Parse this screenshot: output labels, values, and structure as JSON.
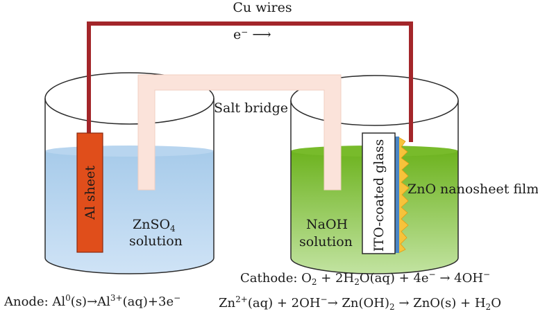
{
  "labels": {
    "cu_wires": "Cu wires",
    "electron_flow": "e⁻ ⟶",
    "salt_bridge": "Salt bridge",
    "al_sheet": "Al sheet",
    "ito_glass": "ITO-coated glass",
    "zno_film": "ZnO nanosheet film",
    "znso4": "ZnSO",
    "znso4_sub": "4",
    "znso4_solution": "solution",
    "naoh": "NaOH",
    "naoh_solution": "solution"
  },
  "equations": {
    "cathode": {
      "lead": "Cathode: O",
      "s1": "2",
      "t1": " + 2H",
      "s2": "2",
      "t2": "O(aq) + 4e",
      "sup1": "−",
      "t3": " → 4OH",
      "sup2": "−"
    },
    "anode": {
      "lead": "Anode: Al",
      "sup1": "0",
      "t1": "(s)→Al",
      "sup2": "3+",
      "t2": "(aq)+3e",
      "sup3": "−"
    },
    "zinc": {
      "lead": "Zn",
      "sup1": "2+",
      "t1": "(aq) + 2OH",
      "sup2": "−",
      "t2": "→ Zn(OH)",
      "s1": "2",
      "t3": " → ZnO(s) + H",
      "s2": "2",
      "t4": "O"
    }
  },
  "colors": {
    "wire": "#a3262a",
    "al_sheet": "#e04e1b",
    "left_solution": "#a9cdec",
    "right_solution": "#7bbf2f",
    "salt_bridge": "#fbe3da",
    "ito": "#4a86c6",
    "zno": "#f6c33b"
  }
}
